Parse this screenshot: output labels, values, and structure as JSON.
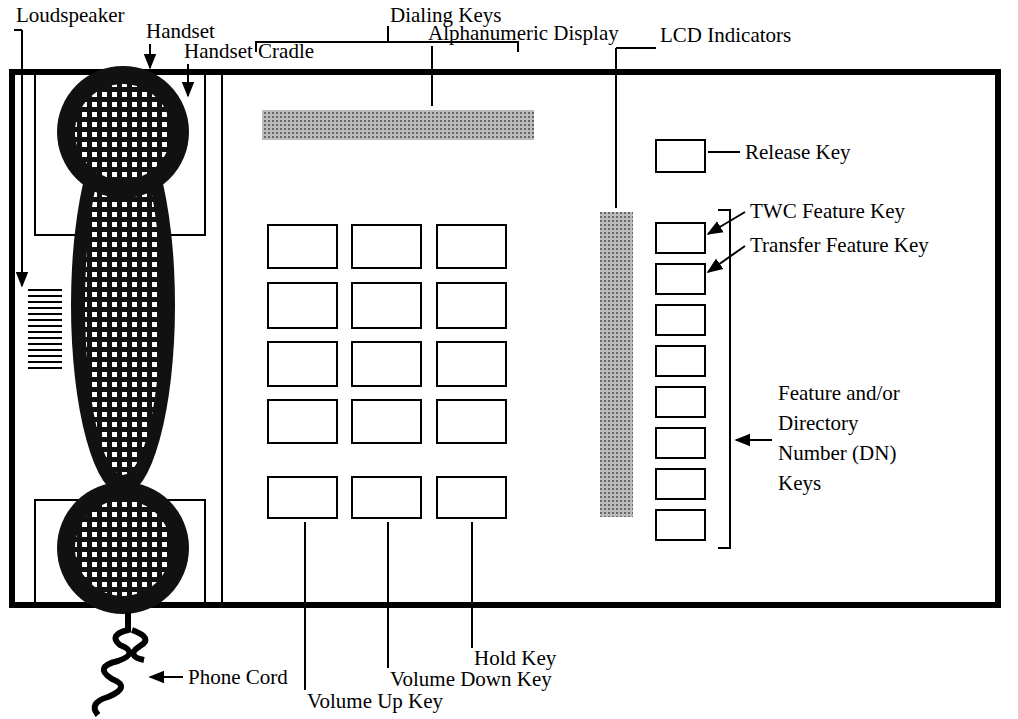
{
  "diagram": {
    "labels": [
      "Loudspeaker",
      "Handset",
      "Handset Cradle",
      "Dialing Keys",
      "Alphanumeric Display",
      "LCD Indicators",
      "Release Key",
      "TWC Feature Key",
      "Transfer Feature Key",
      "Feature and/or Directory Number (DN) Keys",
      "Hold Key",
      "Volume Down Key",
      "Phone Cord",
      "Volume Up Key"
    ]
  }
}
